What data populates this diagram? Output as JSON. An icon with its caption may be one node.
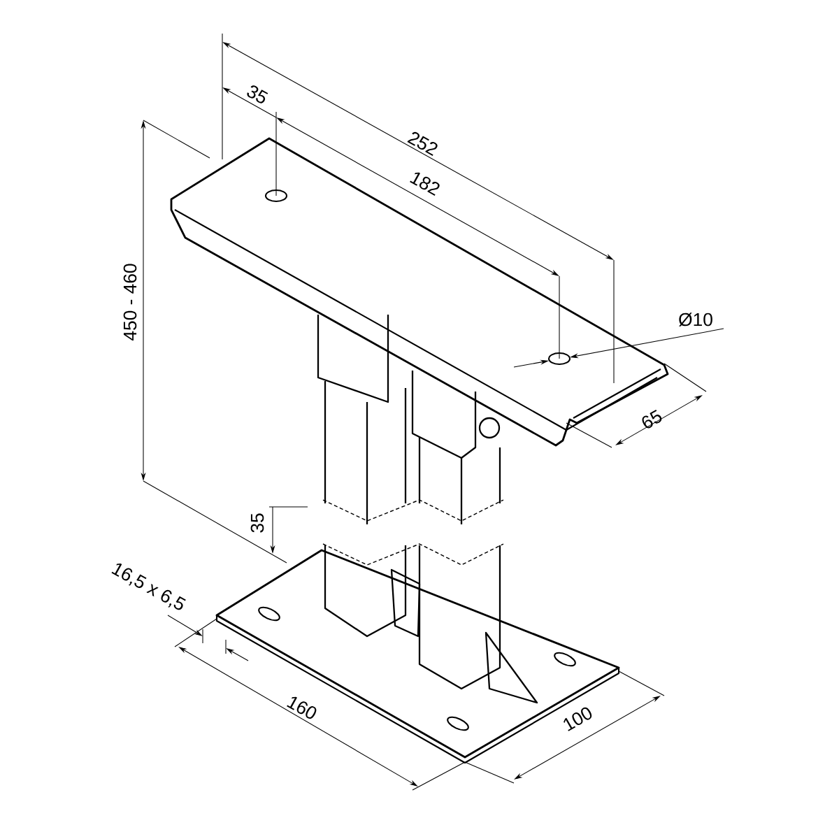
{
  "diagram": {
    "labels": [
      "35",
      "252",
      "182",
      "Ø10",
      "450 - 460",
      "65",
      "35",
      "16,5 x 6,5",
      "160",
      "100"
    ]
  }
}
